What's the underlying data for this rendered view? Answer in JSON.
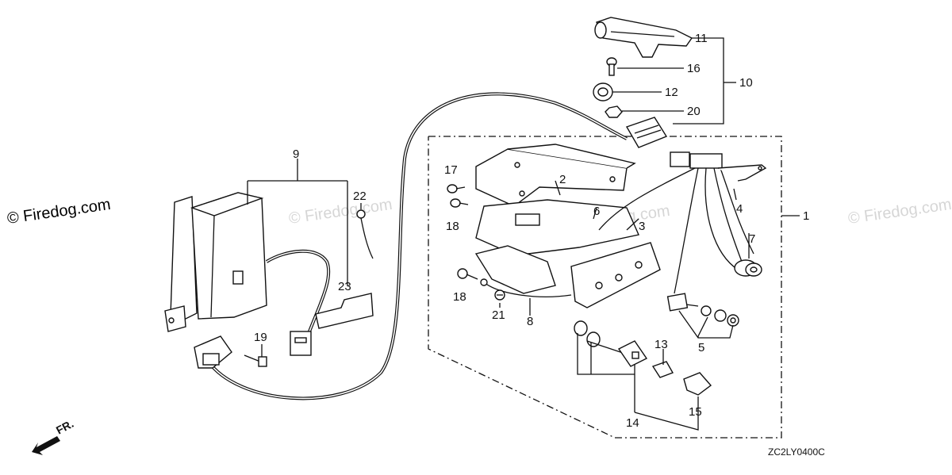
{
  "watermarks": [
    "© Firedog.com",
    "© Firedog.com",
    "© Firedog.com",
    "© Firedog.com"
  ],
  "diagram_code": "ZC2LY0400C",
  "direction_label": "FR.",
  "callouts": {
    "c1": "1",
    "c2": "2",
    "c3": "3",
    "c4": "4",
    "c5": "5",
    "c6": "6",
    "c7": "7",
    "c8": "8",
    "c9": "9",
    "c10": "10",
    "c11": "11",
    "c12": "12",
    "c13": "13",
    "c14": "14",
    "c15": "15",
    "c16": "16",
    "c17": "17",
    "c18a": "18",
    "c18b": "18",
    "c19": "19",
    "c20": "20",
    "c21": "21",
    "c22": "22",
    "c23": "23"
  }
}
